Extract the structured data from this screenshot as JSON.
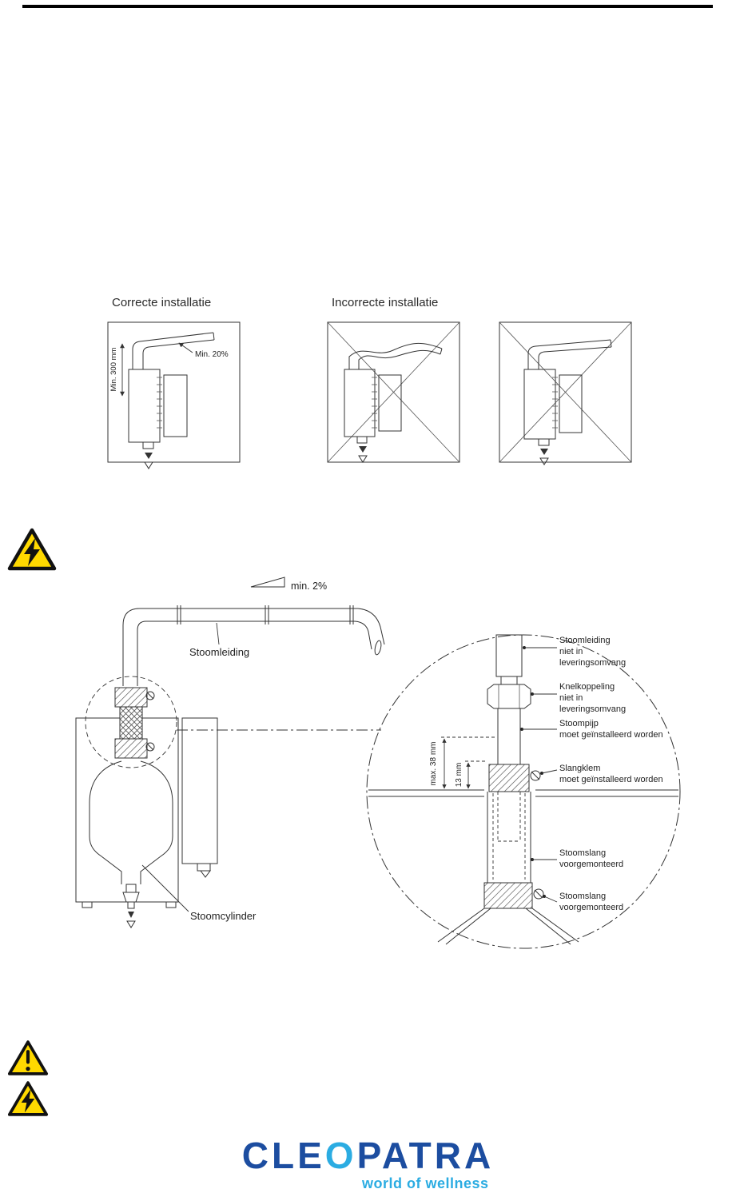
{
  "sections": {
    "installation": {
      "heading_correct": "Correcte installatie",
      "heading_incorrect": "Incorrecte installatie",
      "correct_box": {
        "dim_height": "Min. 300 mm",
        "dim_slope": "Min. 20%"
      }
    },
    "steam_line_diagram": {
      "slope_label": "min. 2%",
      "pipe_label": "Stoomleiding",
      "cylinder_label": "Stoomcylinder",
      "detail": {
        "dim_insert": "max. 38 mm",
        "dim_protrude": "13 mm",
        "callouts": [
          {
            "line1": "Stoomleiding",
            "line2": "niet in",
            "line3": "leveringsomvang"
          },
          {
            "line1": "Knelkoppeling",
            "line2": "niet in",
            "line3": "leveringsomvang"
          },
          {
            "line1": "Stoompijp",
            "line2": "moet geïnstalleerd worden"
          },
          {
            "line1": "Slangklem",
            "line2": "moet geïnstalleerd worden"
          },
          {
            "line1": "Stoomslang",
            "line2": "voorgemonteerd"
          },
          {
            "line1": "Stoomslang",
            "line2": "voorgemonteerd"
          }
        ]
      }
    }
  },
  "warnings": {
    "middle_symbol": "lightning",
    "bottom_first_symbol": "exclamation",
    "bottom_second_symbol": "lightning",
    "triangle_fill": "#ffd900"
  },
  "footer": {
    "logo_part1": "CLE",
    "logo_part2": "O",
    "logo_part3": "PATRA",
    "tagline": "world of wellness",
    "color_dark": "#1c4da0",
    "color_light": "#2bace2"
  }
}
